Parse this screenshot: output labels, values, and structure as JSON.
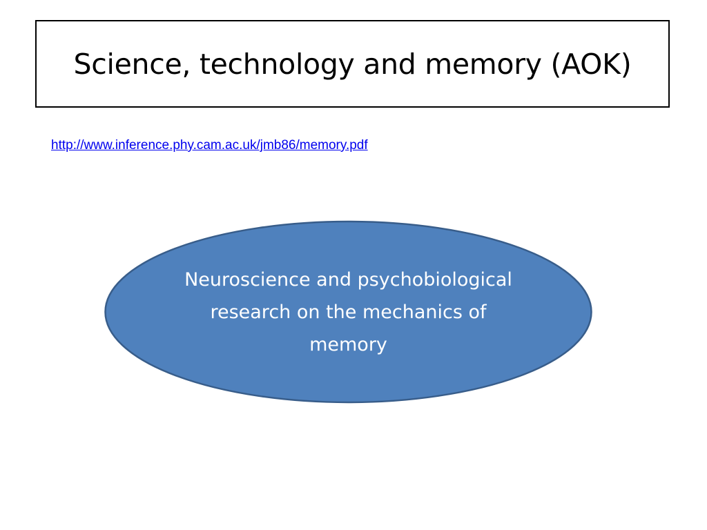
{
  "slide": {
    "title": "Science, technology and memory (AOK)",
    "link_text": "http://www.inference.phy.cam.ac.uk/jmb86/memory.pdf",
    "ellipse": {
      "text": "Neuroscience and psychobiological research on the mechanics of memory",
      "fill_color": "#4f81bd",
      "stroke_color": "#385d8a"
    }
  }
}
